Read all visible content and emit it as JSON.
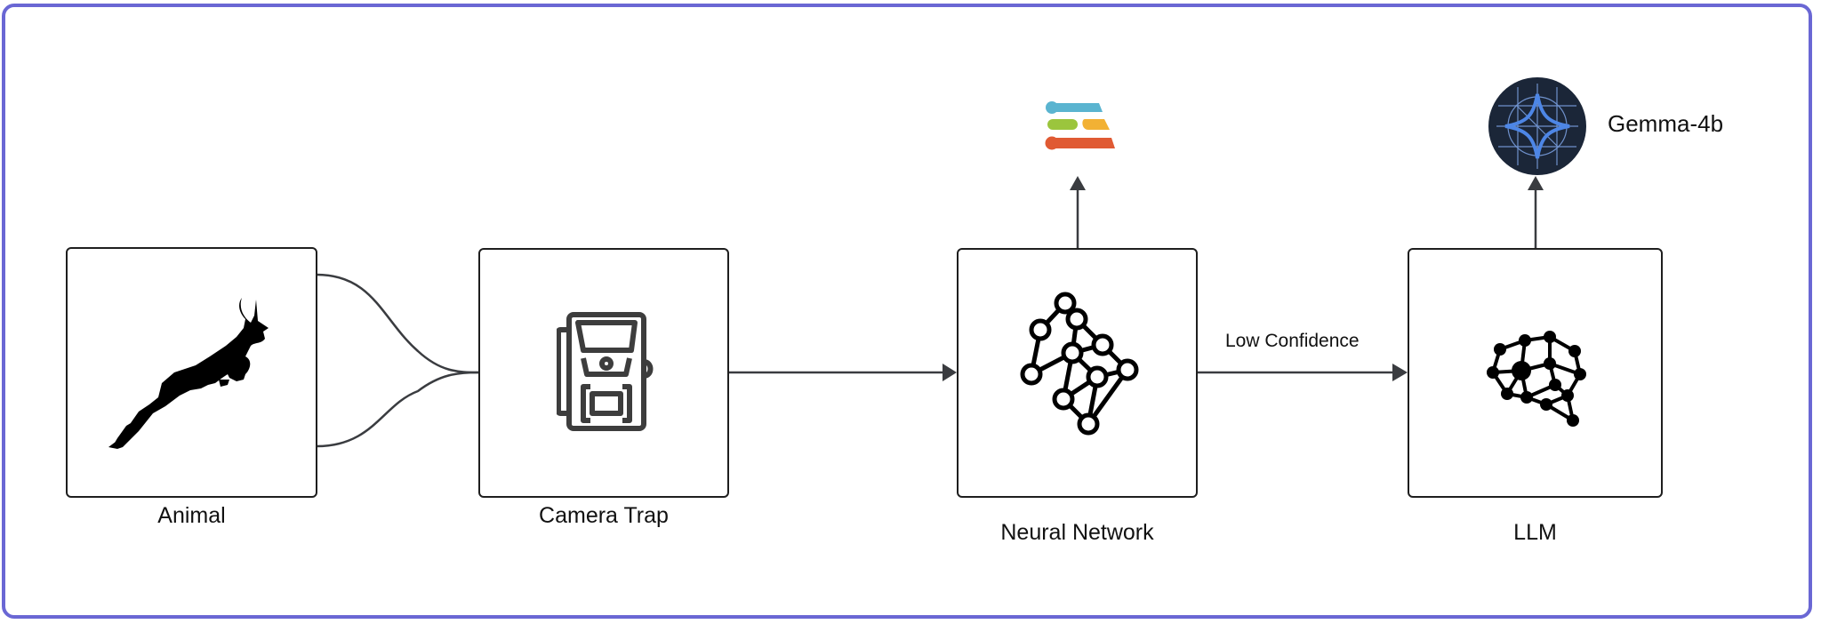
{
  "diagram": {
    "nodes": [
      {
        "id": "animal",
        "label": "Animal",
        "icon": "leaping-antelope-icon"
      },
      {
        "id": "camera",
        "label": "Camera Trap",
        "icon": "camera-trap-icon"
      },
      {
        "id": "nn",
        "label": "Neural Network",
        "icon": "neural-network-icon"
      },
      {
        "id": "llm",
        "label": "LLM",
        "icon": "brain-network-icon"
      }
    ],
    "edges": [
      {
        "from": "animal",
        "to": "camera",
        "style": "split-curve",
        "label": ""
      },
      {
        "from": "camera",
        "to": "nn",
        "style": "arrow",
        "label": ""
      },
      {
        "from": "nn",
        "to": "llm",
        "style": "arrow",
        "label": "Low Confidence"
      },
      {
        "from": "nn",
        "to": "stripes-logo",
        "style": "arrow-up",
        "label": ""
      },
      {
        "from": "llm",
        "to": "gemma-logo",
        "style": "arrow-up",
        "label": ""
      }
    ],
    "edge_label_low_confidence": "Low Confidence",
    "model_logo": {
      "label": "Gemma-4b",
      "icon": "gemma-sparkle-icon"
    },
    "nn_output_logo": {
      "icon": "colored-bars-logo-icon",
      "colors": [
        "#5ab4d0",
        "#9bc53d",
        "#f2b134",
        "#e05a33"
      ]
    },
    "colors": {
      "frame_border": "#6a67d4",
      "line": "#3a3c40",
      "box_border": "#1e1e1e",
      "gemma_bg": "#1b2638",
      "gemma_star": "#4d86e6"
    }
  }
}
